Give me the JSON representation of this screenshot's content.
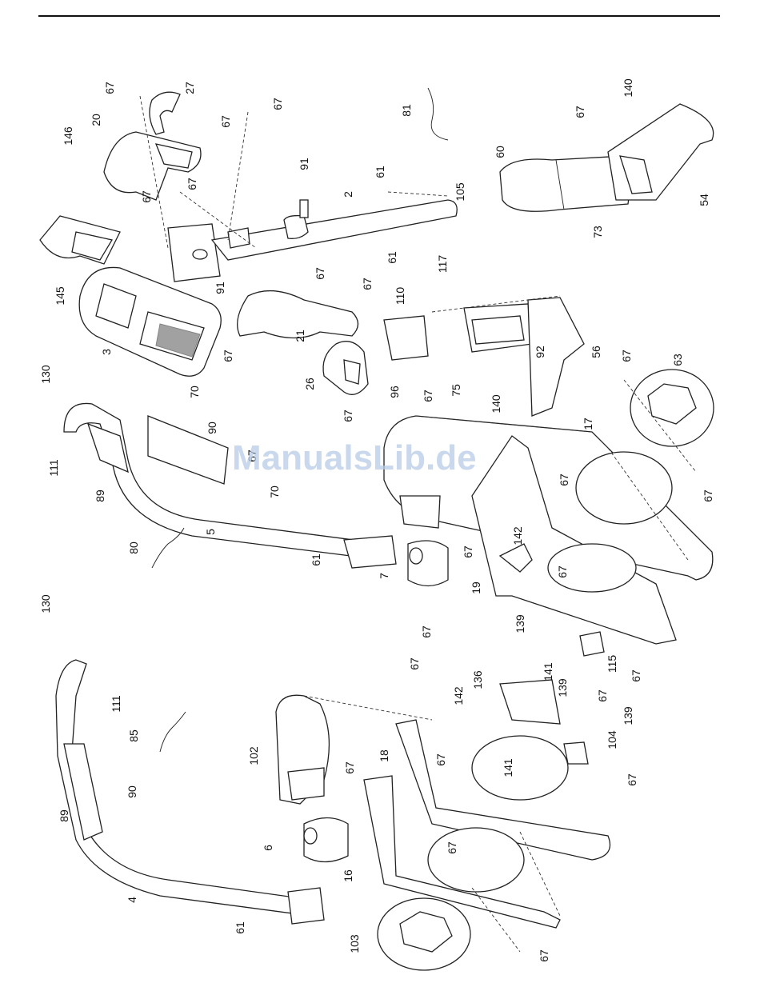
{
  "watermark": "ManualsLib.de",
  "callouts": [
    {
      "id": "c1",
      "text": "67"
    },
    {
      "id": "c2",
      "text": "27"
    },
    {
      "id": "c3",
      "text": "67"
    },
    {
      "id": "c4",
      "text": "67"
    },
    {
      "id": "c5",
      "text": "20"
    },
    {
      "id": "c6",
      "text": "146"
    },
    {
      "id": "c7",
      "text": "67"
    },
    {
      "id": "c8",
      "text": "67"
    },
    {
      "id": "c9",
      "text": "91"
    },
    {
      "id": "c10",
      "text": "81"
    },
    {
      "id": "c11",
      "text": "61"
    },
    {
      "id": "c12",
      "text": "2"
    },
    {
      "id": "c13",
      "text": "105"
    },
    {
      "id": "c14",
      "text": "67"
    },
    {
      "id": "c15",
      "text": "140"
    },
    {
      "id": "c16",
      "text": "60"
    },
    {
      "id": "c17",
      "text": "54"
    },
    {
      "id": "c18",
      "text": "73"
    },
    {
      "id": "c19",
      "text": "61"
    },
    {
      "id": "c20",
      "text": "117"
    },
    {
      "id": "c21",
      "text": "145"
    },
    {
      "id": "c22",
      "text": "91"
    },
    {
      "id": "c23",
      "text": "67"
    },
    {
      "id": "c24",
      "text": "67"
    },
    {
      "id": "c25",
      "text": "110"
    },
    {
      "id": "c26",
      "text": "3"
    },
    {
      "id": "c27",
      "text": "21"
    },
    {
      "id": "c28",
      "text": "67"
    },
    {
      "id": "c29",
      "text": "26"
    },
    {
      "id": "c30",
      "text": "96"
    },
    {
      "id": "c31",
      "text": "67"
    },
    {
      "id": "c32",
      "text": "75"
    },
    {
      "id": "c33",
      "text": "92"
    },
    {
      "id": "c34",
      "text": "140"
    },
    {
      "id": "c35",
      "text": "56"
    },
    {
      "id": "c36",
      "text": "67"
    },
    {
      "id": "c37",
      "text": "63"
    },
    {
      "id": "c38",
      "text": "130"
    },
    {
      "id": "c39",
      "text": "70"
    },
    {
      "id": "c40",
      "text": "67"
    },
    {
      "id": "c41",
      "text": "90"
    },
    {
      "id": "c42",
      "text": "67"
    },
    {
      "id": "c43",
      "text": "17"
    },
    {
      "id": "c44",
      "text": "111"
    },
    {
      "id": "c45",
      "text": "89"
    },
    {
      "id": "c46",
      "text": "70"
    },
    {
      "id": "c47",
      "text": "67"
    },
    {
      "id": "c48",
      "text": "67"
    },
    {
      "id": "c49",
      "text": "142"
    },
    {
      "id": "c50",
      "text": "80"
    },
    {
      "id": "c51",
      "text": "5"
    },
    {
      "id": "c52",
      "text": "61"
    },
    {
      "id": "c53",
      "text": "7"
    },
    {
      "id": "c54",
      "text": "67"
    },
    {
      "id": "c55",
      "text": "19"
    },
    {
      "id": "c56",
      "text": "67"
    },
    {
      "id": "c57",
      "text": "130"
    },
    {
      "id": "c58",
      "text": "67"
    },
    {
      "id": "c59",
      "text": "139"
    },
    {
      "id": "c60",
      "text": "141"
    },
    {
      "id": "c61",
      "text": "115"
    },
    {
      "id": "c62",
      "text": "139"
    },
    {
      "id": "c63",
      "text": "67"
    },
    {
      "id": "c64",
      "text": "111"
    },
    {
      "id": "c65",
      "text": "67"
    },
    {
      "id": "c66",
      "text": "136"
    },
    {
      "id": "c67",
      "text": "142"
    },
    {
      "id": "c68",
      "text": "67"
    },
    {
      "id": "c69",
      "text": "139"
    },
    {
      "id": "c70",
      "text": "85"
    },
    {
      "id": "c71",
      "text": "102"
    },
    {
      "id": "c72",
      "text": "18"
    },
    {
      "id": "c73",
      "text": "104"
    },
    {
      "id": "c74",
      "text": "67"
    },
    {
      "id": "c75",
      "text": "141"
    },
    {
      "id": "c76",
      "text": "67"
    },
    {
      "id": "c77",
      "text": "89"
    },
    {
      "id": "c78",
      "text": "90"
    },
    {
      "id": "c79",
      "text": "67"
    },
    {
      "id": "c80",
      "text": "6"
    },
    {
      "id": "c81",
      "text": "16"
    },
    {
      "id": "c82",
      "text": "4"
    },
    {
      "id": "c83",
      "text": "67"
    },
    {
      "id": "c84",
      "text": "61"
    },
    {
      "id": "c85",
      "text": "103"
    },
    {
      "id": "c86",
      "text": "67"
    }
  ]
}
